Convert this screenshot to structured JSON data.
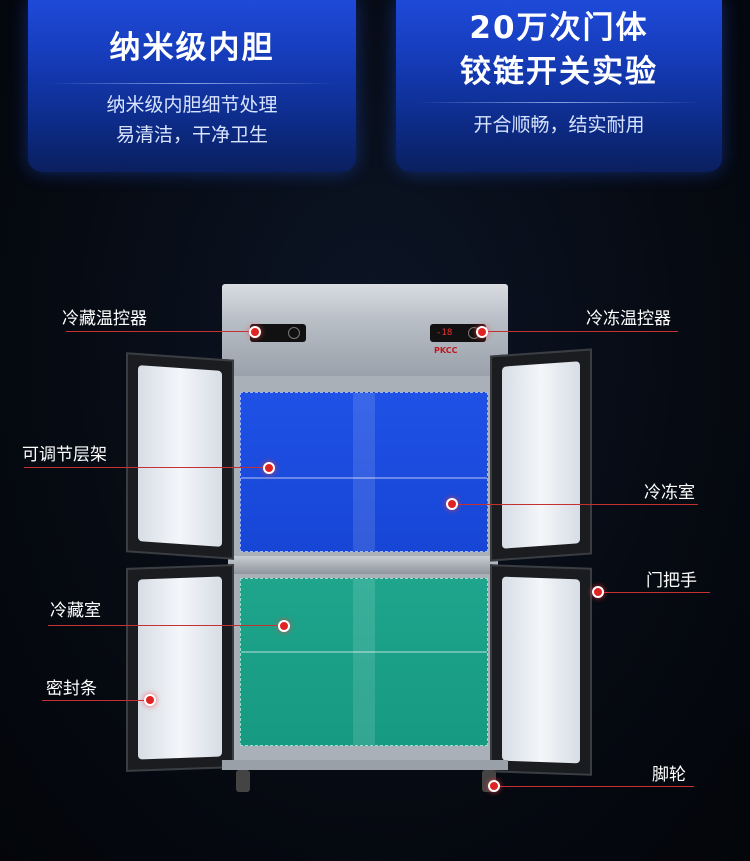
{
  "card_left": {
    "title": "纳米级内胆",
    "sub1": "纳米级内胆细节处理",
    "sub2": "易清洁，干净卫生"
  },
  "card_right": {
    "title1": "20万次门体",
    "title2": "铰链开关实验",
    "sub": "开合顺畅，结实耐用"
  },
  "fridge": {
    "brand": "PKCC",
    "display_reading": "-18"
  },
  "callouts": {
    "cold_thermostat": "冷藏温控器",
    "freeze_thermostat": "冷冻温控器",
    "adjustable_shelf": "可调节层架",
    "freezer_room": "冷冻室",
    "door_handle": "门把手",
    "cold_room": "冷藏室",
    "seal_strip": "密封条",
    "caster": "脚轮"
  },
  "colors": {
    "card_blue": "#1e4ad9",
    "freezer_blue": "#1f51e6",
    "cooler_teal": "#1ea58c",
    "callout_red": "#e02424"
  }
}
